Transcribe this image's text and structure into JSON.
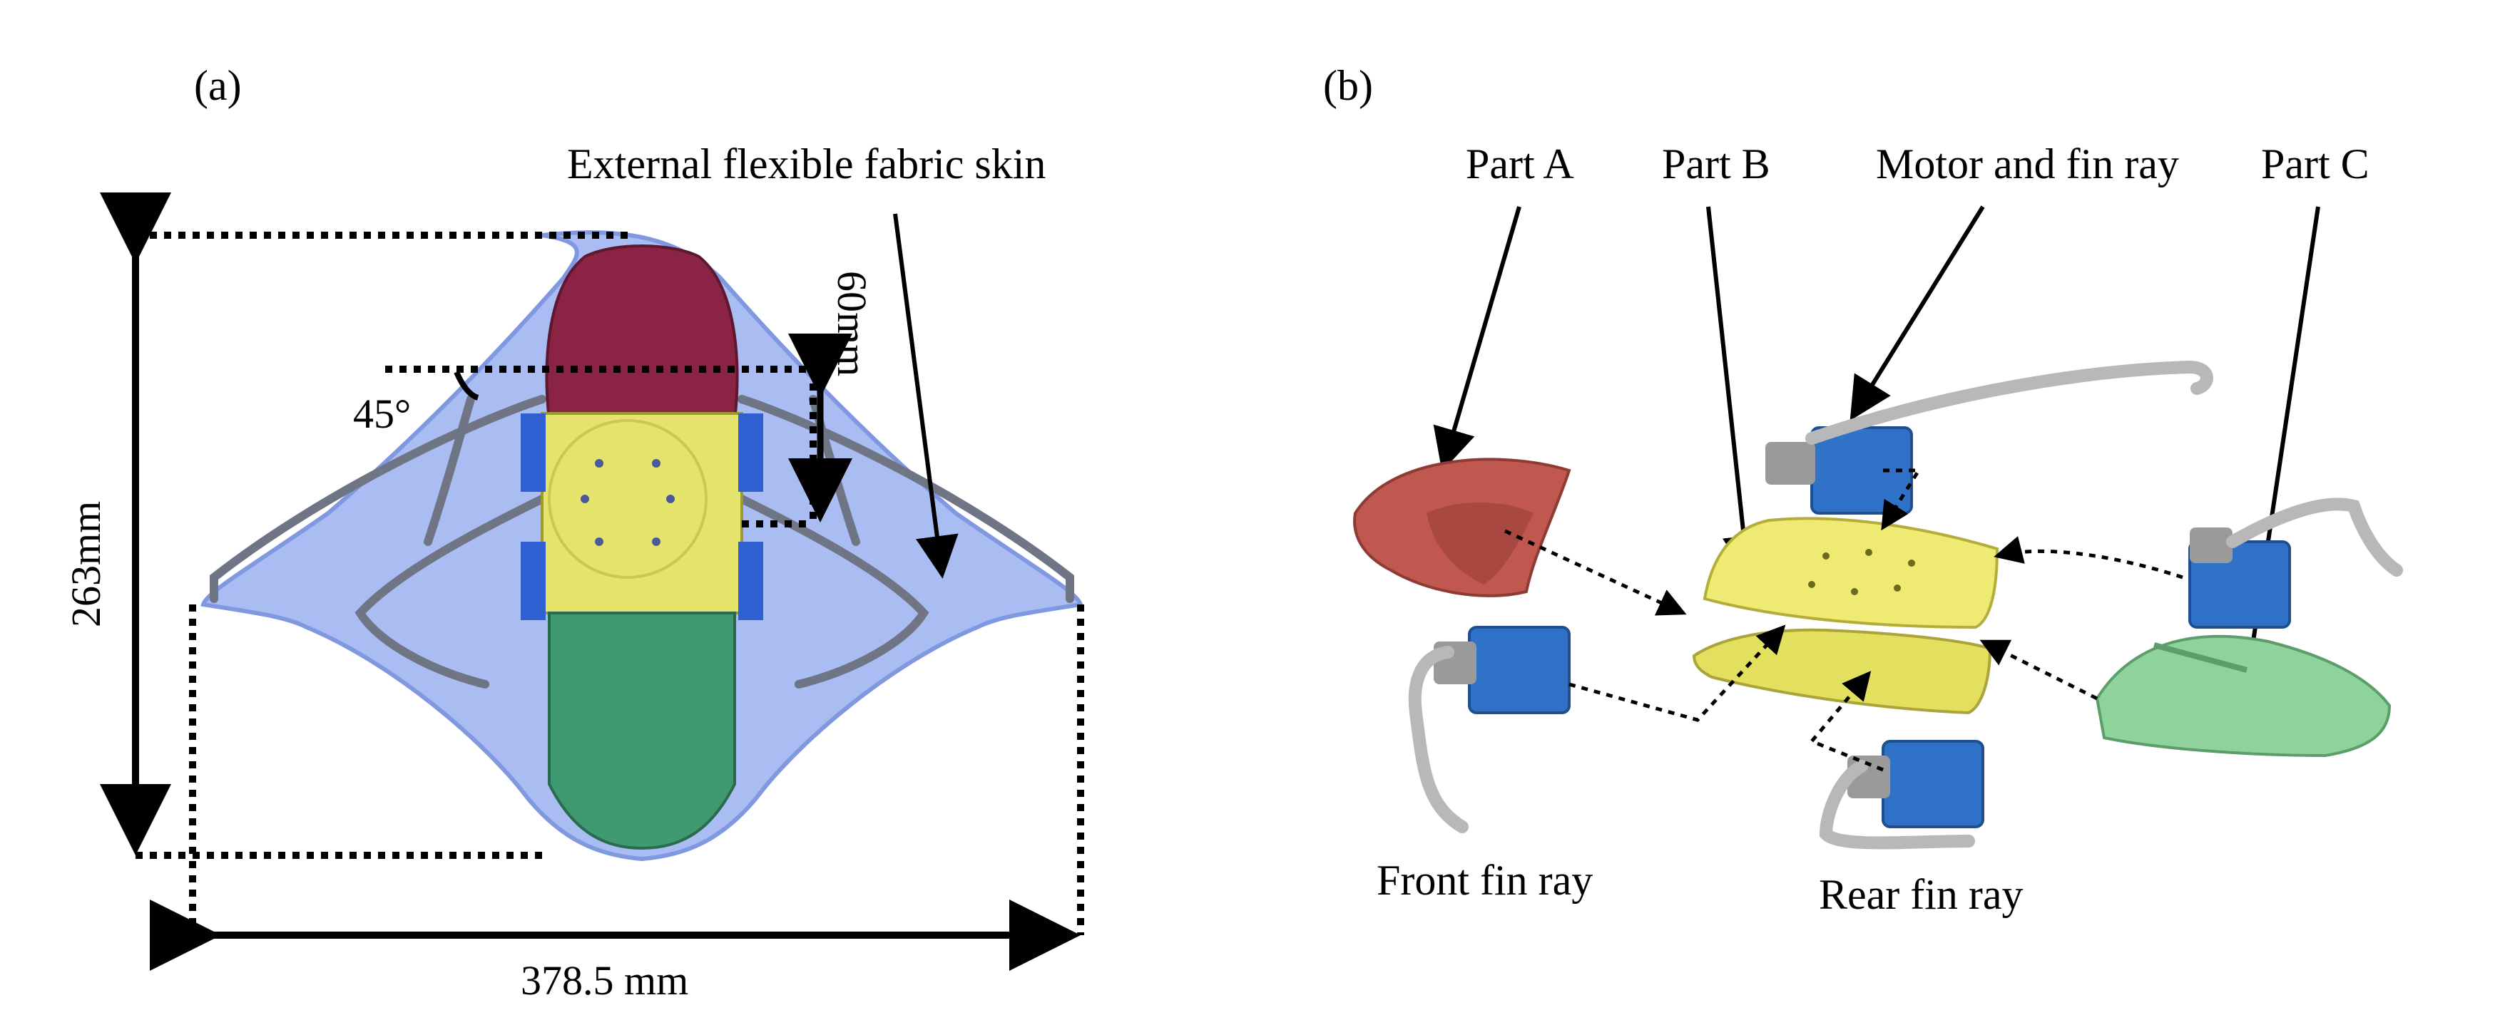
{
  "panel_a": {
    "label": "(a)",
    "skin_label": "External flexible fabric skin",
    "height_label": "263mm",
    "width_label": "378.5 mm",
    "fin_spacing_label": "60mm",
    "angle_label": "45°"
  },
  "panel_b": {
    "label": "(b)",
    "part_a": "Part A",
    "part_b": "Part B",
    "motor_label": "Motor and fin ray",
    "part_c": "Part C",
    "front_fin": "Front fin ray",
    "rear_fin": "Rear fin ray"
  },
  "colors": {
    "skin": "#a9bdf2",
    "skin_edge": "#7f98e0",
    "head": "#8a2344",
    "body_yellow": "#e4e36b",
    "tail_green": "#3f9a72",
    "part_a_red": "#c0584f",
    "part_b_yellow": "#eeea72",
    "part_c_green": "#8fd39c",
    "motor_blue": "#2f72c7",
    "fin_gray": "#b8b8b8"
  }
}
